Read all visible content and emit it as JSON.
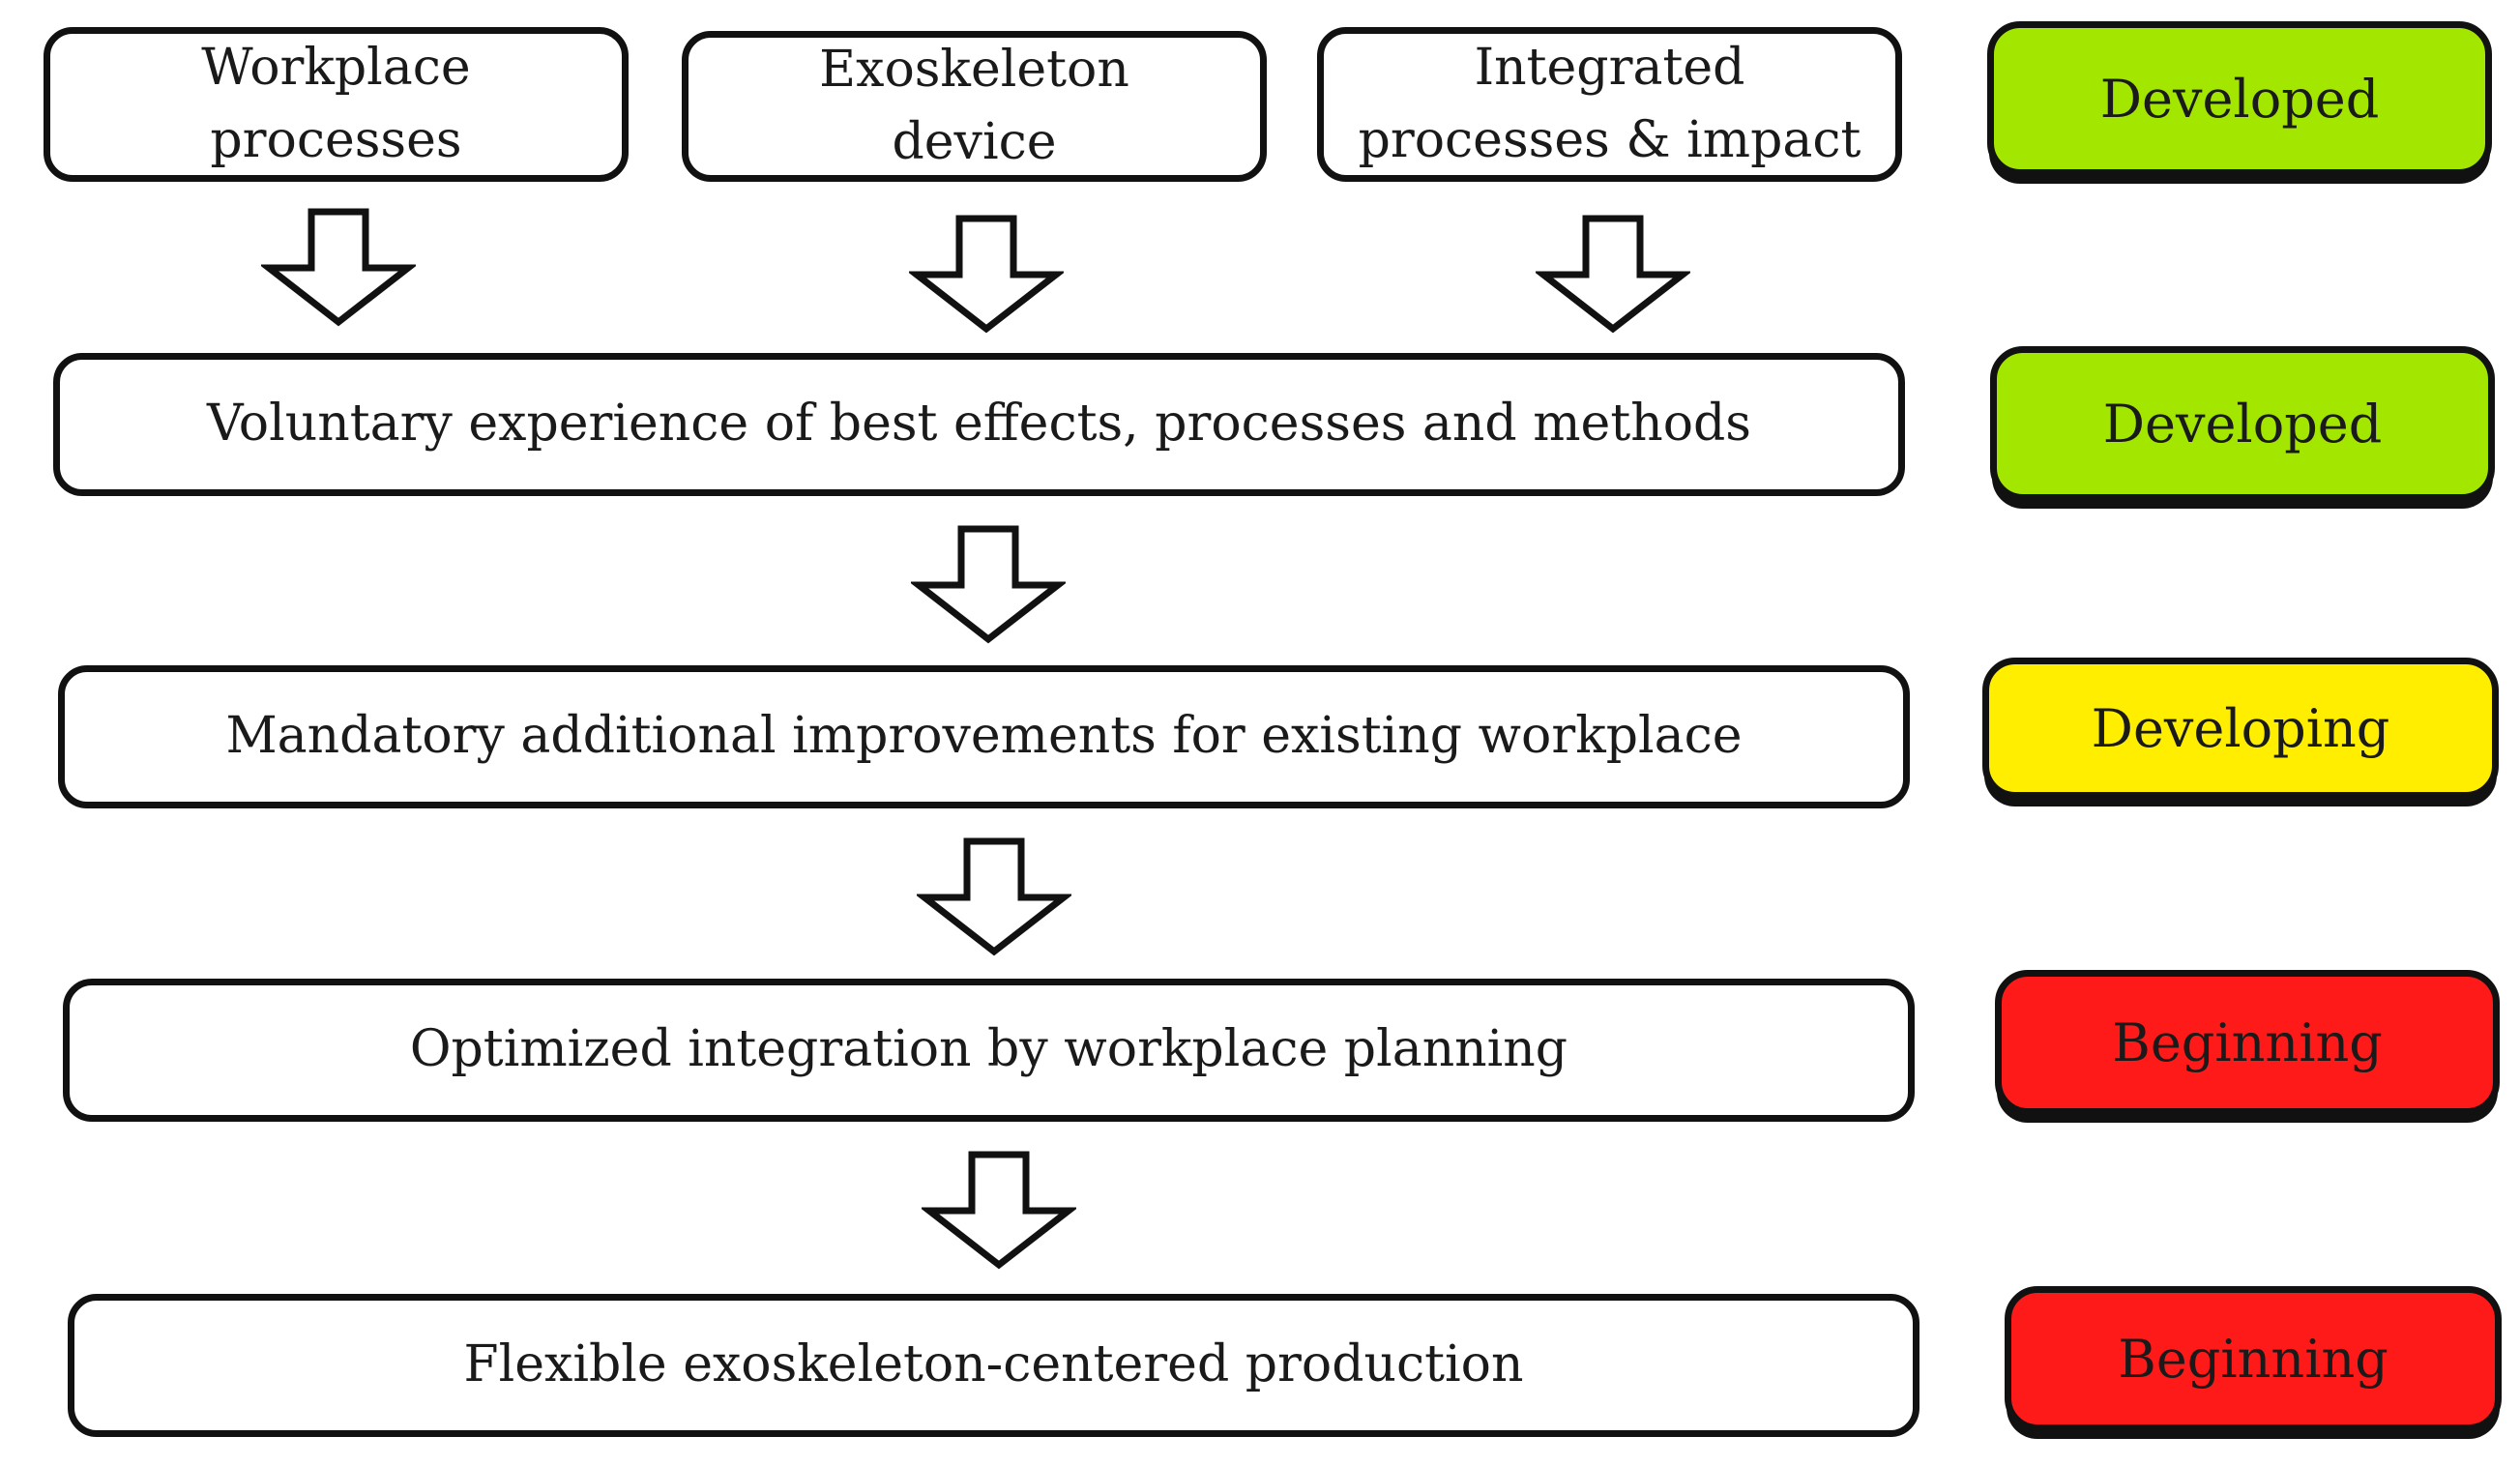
{
  "top_boxes": [
    {
      "line1": "Workplace",
      "line2": "processes"
    },
    {
      "line1": "Exoskeleton",
      "line2": "device"
    },
    {
      "line1": "Integrated",
      "line2": "processes & impact"
    }
  ],
  "steps": [
    {
      "label": "Voluntary experience of best effects, processes and methods"
    },
    {
      "label": "Mandatory additional improvements for existing workplace"
    },
    {
      "label": "Optimized integration by workplace planning"
    },
    {
      "label": "Flexible exoskeleton-centered production"
    }
  ],
  "statuses": [
    {
      "label": "Developed",
      "color": "#a3e600"
    },
    {
      "label": "Developed",
      "color": "#a3e600"
    },
    {
      "label": "Developing",
      "color": "#ffee00"
    },
    {
      "label": "Beginning",
      "color": "#ff1a1a"
    },
    {
      "label": "Beginning",
      "color": "#ff1a1a"
    }
  ],
  "arrow_icon": "hollow-down-arrow-icon"
}
